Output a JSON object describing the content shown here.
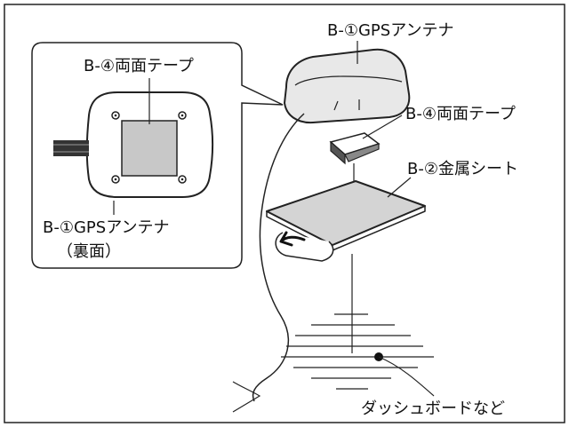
{
  "labels": {
    "antenna_top": "B-①GPSアンテナ",
    "tape_main": "B-④両面テープ",
    "tape_inset": "B-④両面テープ",
    "metal_sheet": "B-②金属シート",
    "antenna_back": "B-①GPSアンテナ",
    "back_side": "（裏面）",
    "dashboard": "ダッシュボードなど"
  },
  "colors": {
    "line": "#222222",
    "gray_pad": "#c8c8c8",
    "antenna_fill": "#e8e8e8",
    "sheet_fill": "#d4d4d4",
    "background": "#ffffff"
  }
}
